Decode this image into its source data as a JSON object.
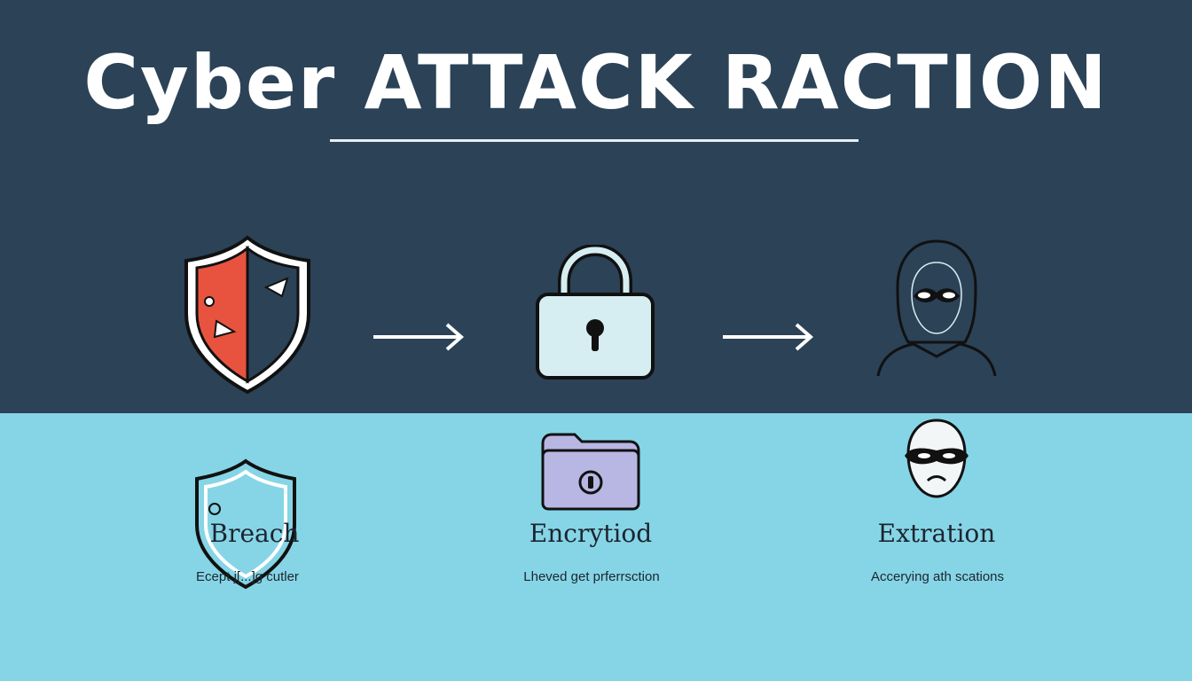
{
  "header": {
    "title": "Cyber ATTACK RACTION"
  },
  "flow": {
    "icons": [
      "shield-icon",
      "arrow-right-icon",
      "padlock-icon",
      "arrow-right-icon",
      "hooded-hacker-icon"
    ]
  },
  "steps": [
    {
      "title": "Breach",
      "description": "Ecept j[...]g cutler",
      "icon": "shield-outline-icon"
    },
    {
      "title": "Encrytiod",
      "description": "Lheved get prferrsction",
      "icon": "locked-folder-icon"
    },
    {
      "title": "Extration",
      "description": "Accerying ath scations",
      "icon": "masked-face-icon"
    }
  ],
  "colors": {
    "top_background": "#2b4257",
    "bottom_background": "#86d5e6",
    "shield_red": "#e8533f",
    "padlock_fill": "#d6eef2",
    "folder_fill": "#b8b6e3"
  }
}
